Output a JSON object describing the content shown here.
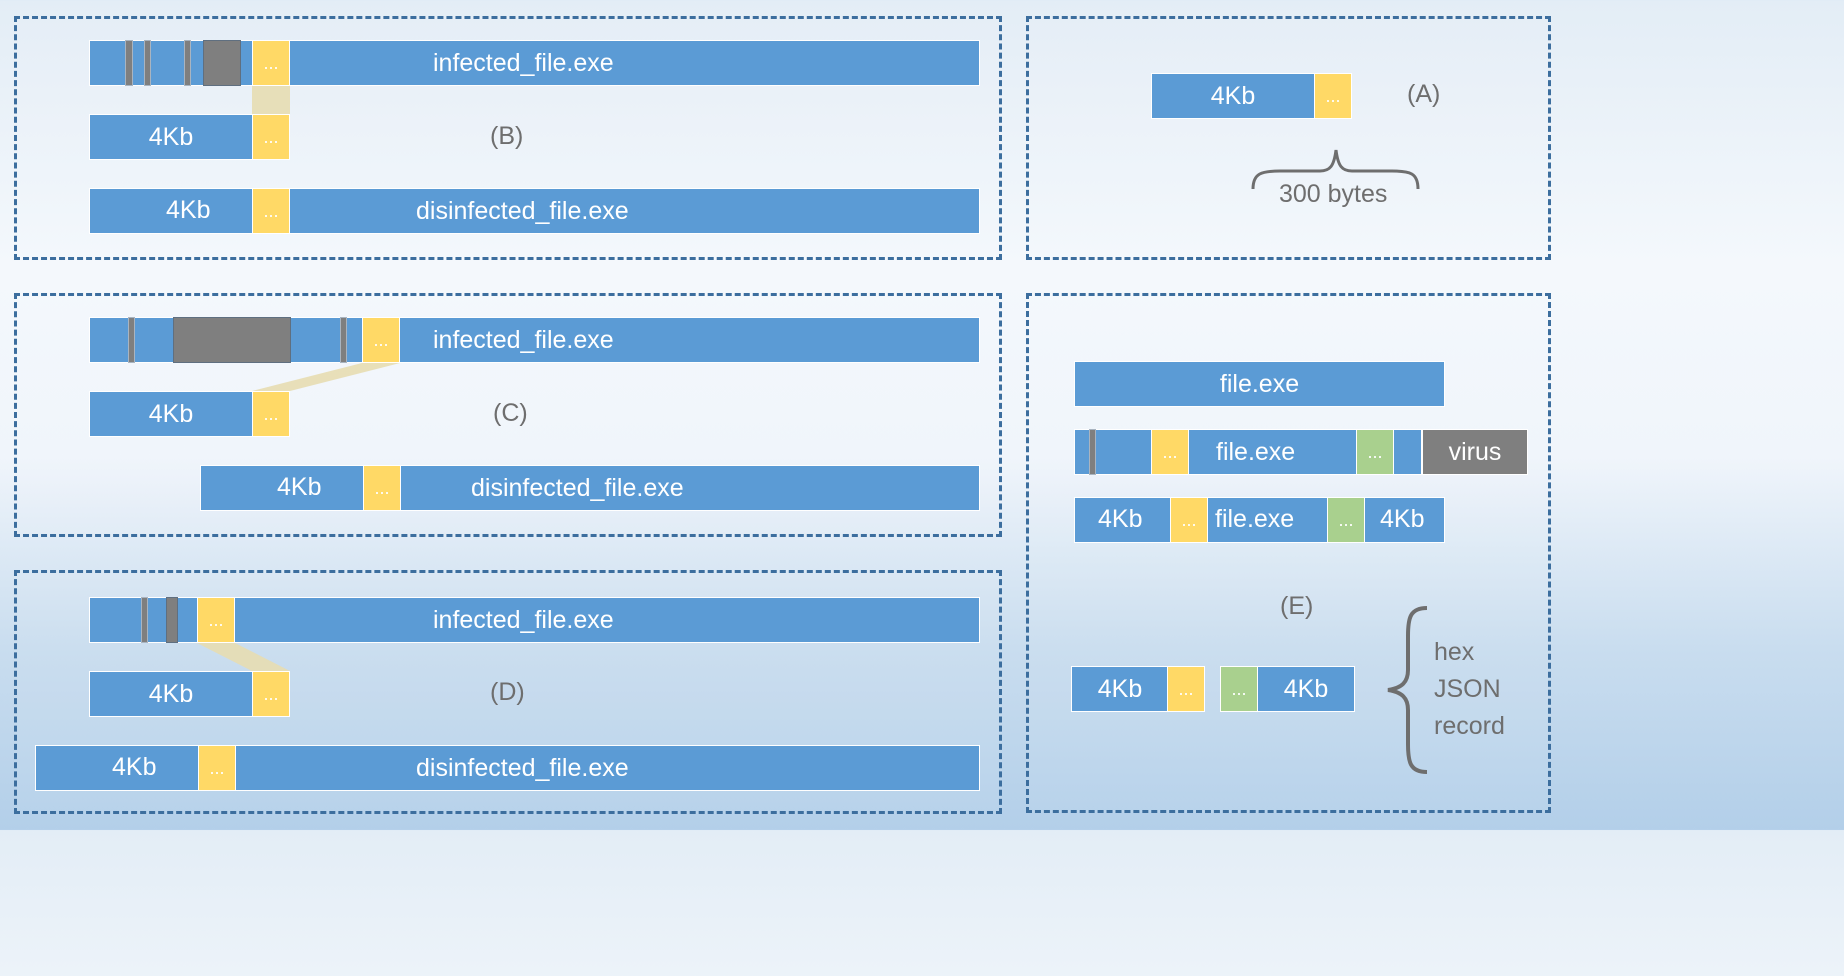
{
  "labels": {
    "a": "(A)",
    "b": "(B)",
    "c": "(C)",
    "d": "(D)",
    "e": "(E)",
    "bytes": "300 bytes",
    "hex": "hex",
    "json": "JSON",
    "record": "record"
  },
  "files": {
    "infected": "infected_file.exe",
    "disinfected": "disinfected_file.exe",
    "plain": "file.exe",
    "virus": "virus"
  },
  "chunk": {
    "size": "4Kb",
    "ellipsis": "..."
  },
  "colors": {
    "bar": "#5b9bd5",
    "yellow": "#ffd966",
    "green": "#a9d08e",
    "virus": "#7f7f7f",
    "border": "#3c6e9e",
    "label": "#6e6e6e"
  }
}
